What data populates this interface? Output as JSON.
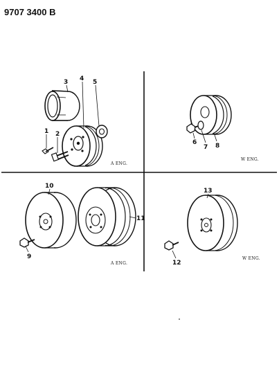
{
  "header": {
    "part_number": "9707 3400 B"
  },
  "callouts": {
    "c1": "1",
    "c2": "2",
    "c3": "3",
    "c4": "4",
    "c5": "5",
    "c6": "6",
    "c7": "7",
    "c8": "8",
    "c9": "9",
    "c10": "10",
    "c11": "11",
    "c12": "12",
    "c13": "13"
  },
  "captions": {
    "top_left": "A ENG.",
    "top_right": "W ENG.",
    "bottom_left": "A ENG.",
    "bottom_right": "W ENG."
  },
  "colors": {
    "ink": "#111111",
    "paper": "#ffffff"
  }
}
